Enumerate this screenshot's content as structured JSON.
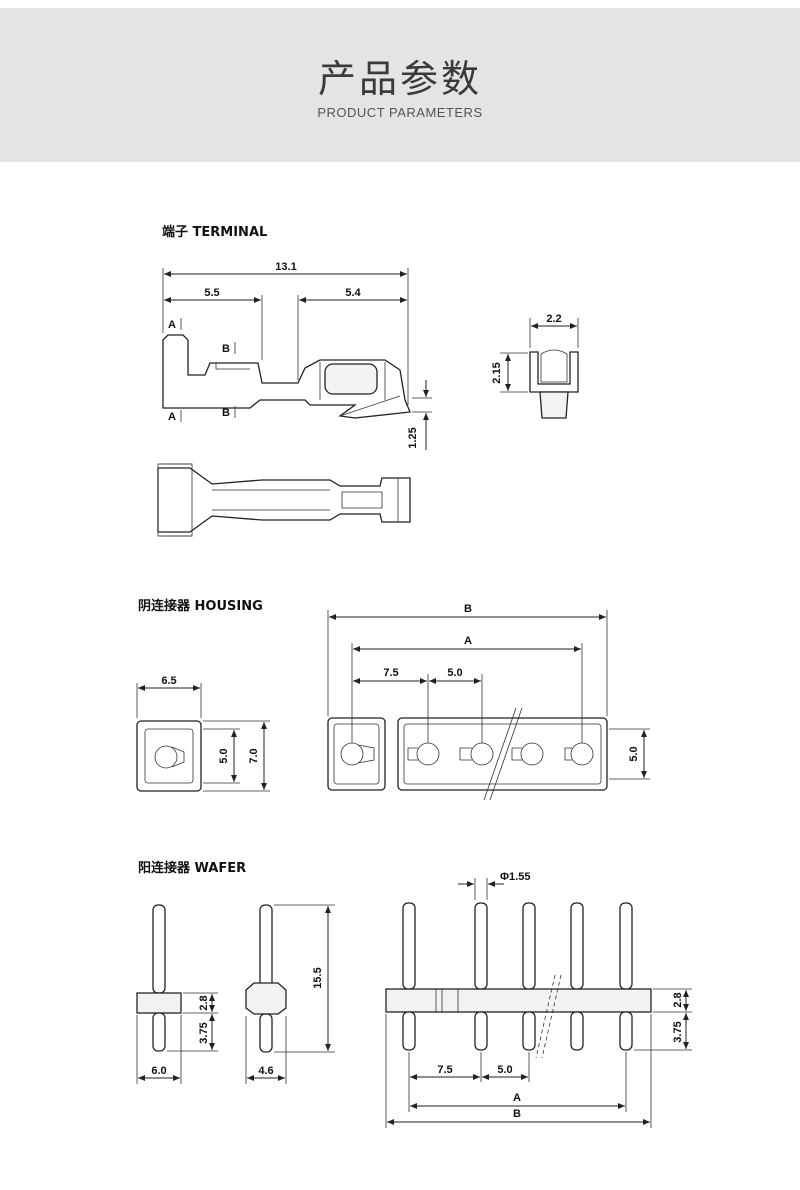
{
  "header": {
    "title": "产品参数",
    "subtitle": "PRODUCT PARAMETERS"
  },
  "sections": {
    "terminal": "端子 TERMINAL",
    "housing": "阴连接器 HOUSING",
    "wafer": "阳连接器 WAFER"
  },
  "terminal": {
    "overall": "13.1",
    "left": "5.5",
    "right": "5.4",
    "height": "1.25",
    "end_width": "2.2",
    "end_height": "2.15",
    "mark_a": "A",
    "mark_b": "B"
  },
  "housing": {
    "width": "6.5",
    "inner": "5.0",
    "outer": "7.0",
    "b": "B",
    "a": "A",
    "pitch_first": "7.5",
    "pitch": "5.0",
    "height": "5.0"
  },
  "wafer": {
    "side_width": "6.0",
    "front_width": "4.6",
    "body_h": "2.8",
    "tail": "3.75",
    "pin_len": "15.5",
    "diameter": "Φ1.55",
    "pitch_first": "7.5",
    "pitch": "5.0",
    "a": "A",
    "b": "B"
  }
}
